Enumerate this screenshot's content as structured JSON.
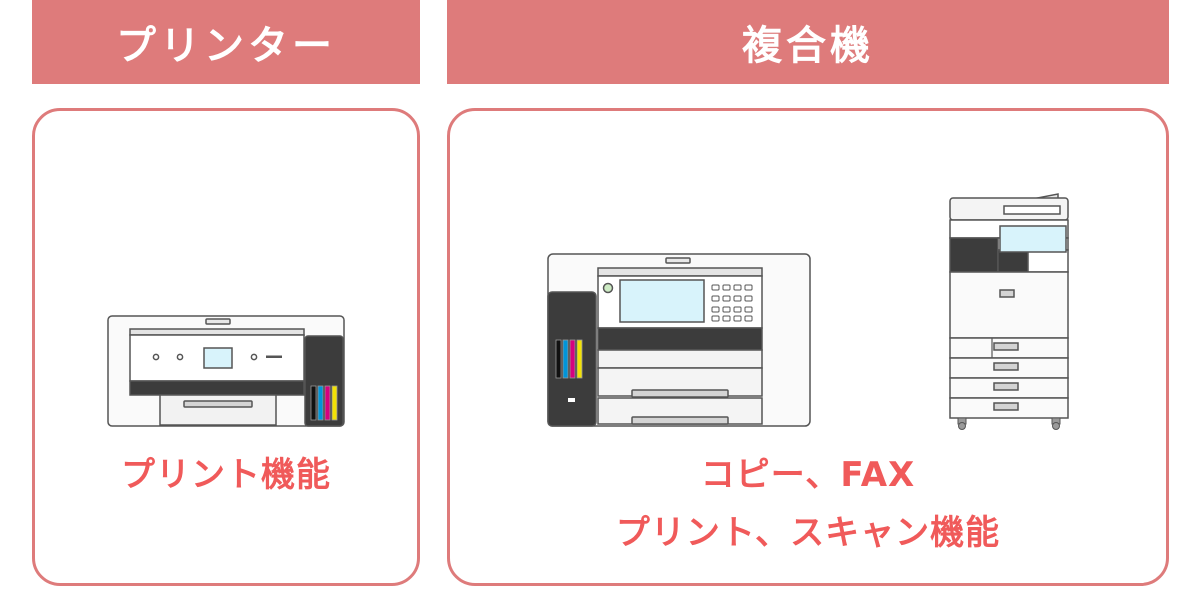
{
  "printer": {
    "title": "プリンター",
    "feature": "プリント機能"
  },
  "mfp": {
    "title": "複合機",
    "feature_line1": "コピー、FAX",
    "feature_line2": "プリント、スキャン機能"
  },
  "colors": {
    "accent": "#de7b7b",
    "feature_text": "#f05a5a",
    "ink_black": "#111111",
    "ink_cyan": "#0095d9",
    "ink_magenta": "#d6007f",
    "ink_yellow": "#f2e205",
    "screen": "#d8f3fb",
    "body_dark": "#3c3c3c"
  }
}
